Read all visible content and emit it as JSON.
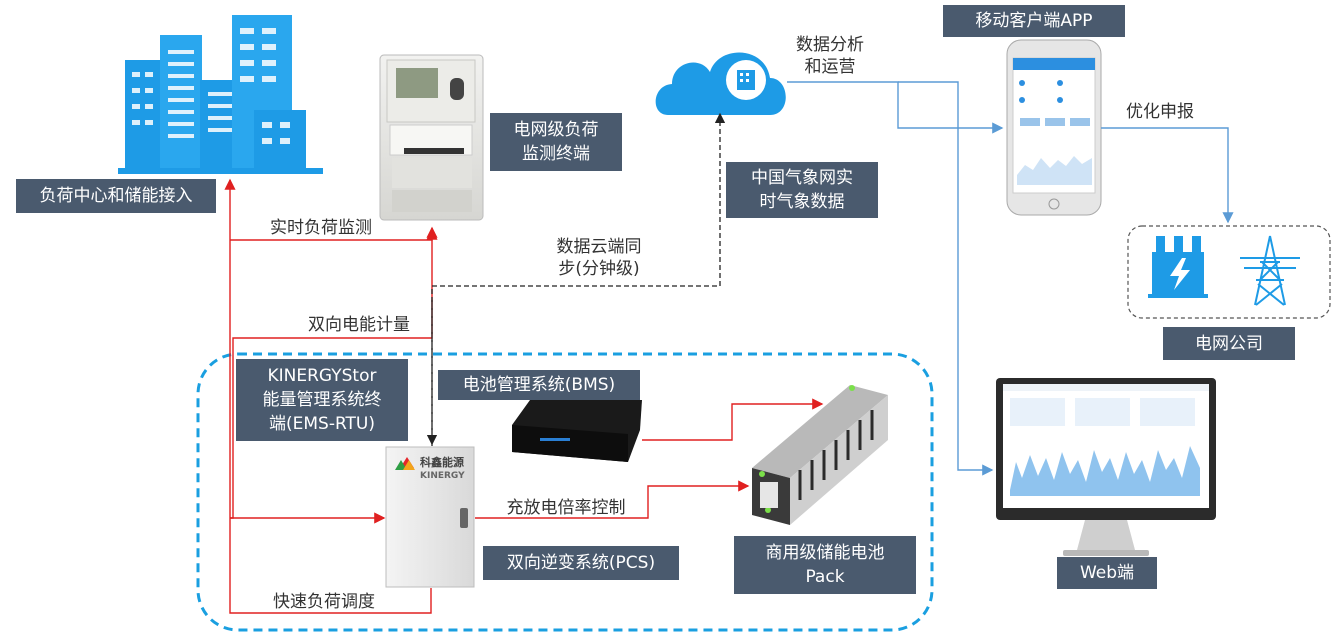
{
  "labels": {
    "load_center": "负荷中心和储能接入",
    "grid_terminal": "电网级负荷\n监测终端",
    "weather": "中国气象网实\n时气象数据",
    "app": "移动客户端APP",
    "grid_company": "电网公司",
    "web": "Web端",
    "ems": "KINERGYStor\n能量管理系统终\n端(EMS-RTU)",
    "bms": "电池管理系统(BMS)",
    "pcs": "双向逆变系统(PCS)",
    "pack": "商用级储能电池\nPack"
  },
  "flows": {
    "realtime_monitor": "实时负荷监测",
    "bidirectional_metering": "双向电能计量",
    "cloud_sync": "数据云端同\n步(分钟级)",
    "analysis": "数据分析\n和运营",
    "optimize": "优化申报",
    "charge_control": "充放电倍率控制",
    "fast_dispatch": "快速负荷调度"
  },
  "brand": {
    "cn": "科鑫能源",
    "en": "KINERGY"
  },
  "colors": {
    "label_bg": "#4a5a6e",
    "red_line": "#e02020",
    "blue_line": "#5b9bd5",
    "cloud": "#1e9be6",
    "dashed_frame": "#1a9fe0"
  }
}
